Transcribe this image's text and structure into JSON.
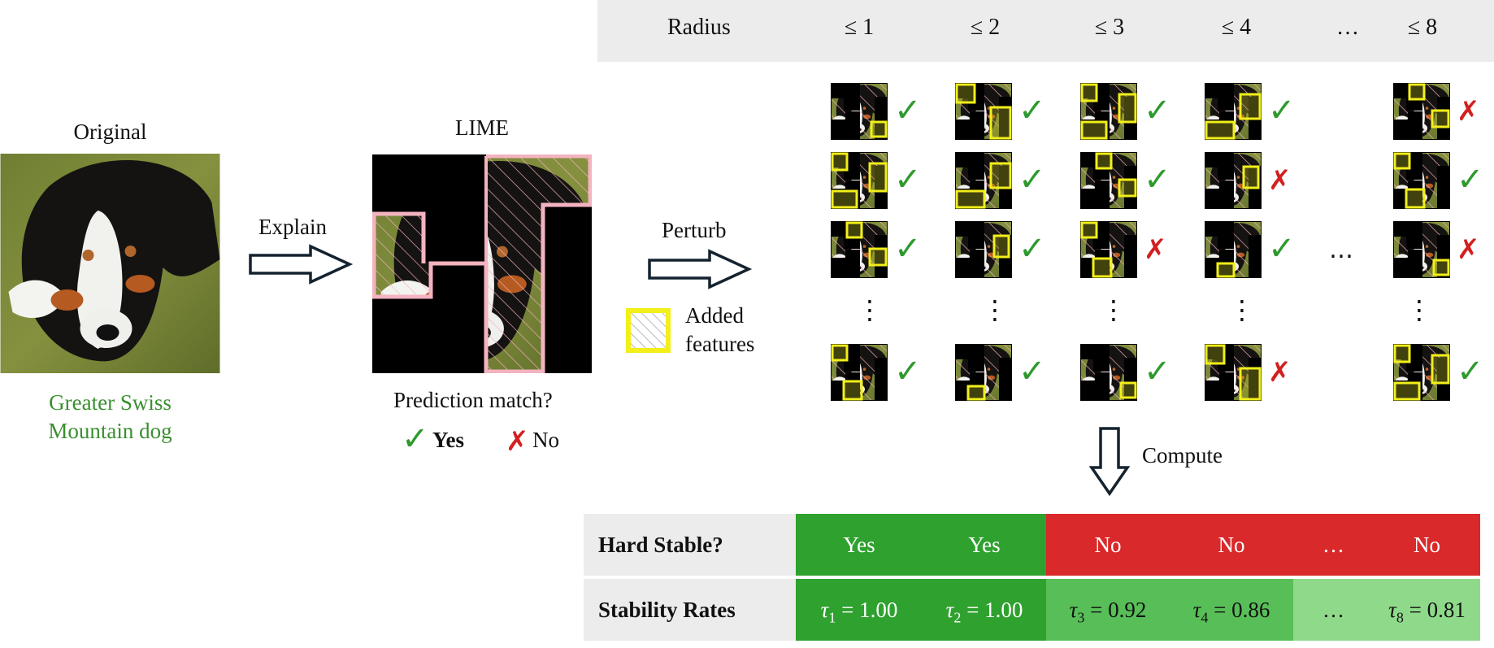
{
  "radius": {
    "label": "Radius",
    "columns": [
      "≤ 1",
      "≤ 2",
      "≤ 3",
      "≤ 4",
      "…",
      "≤ 8"
    ]
  },
  "original": {
    "title": "Original",
    "class_line1": "Greater Swiss",
    "class_line2": "Mountain dog"
  },
  "explain_label": "Explain",
  "lime": {
    "title": "LIME",
    "question": "Prediction match?",
    "yes": "Yes",
    "no": "No"
  },
  "perturb_label": "Perturb",
  "legend": {
    "line1": "Added",
    "line2": "features"
  },
  "compute_label": "Compute",
  "grid": {
    "columns": [
      {
        "radius": "≤ 1",
        "marks": [
          "check",
          "check",
          "check",
          "check"
        ]
      },
      {
        "radius": "≤ 2",
        "marks": [
          "check",
          "check",
          "check",
          "check"
        ]
      },
      {
        "radius": "≤ 3",
        "marks": [
          "check",
          "check",
          "cross",
          "check"
        ]
      },
      {
        "radius": "≤ 4",
        "marks": [
          "check",
          "cross",
          "check",
          "cross"
        ]
      },
      {
        "radius": "≤ 8",
        "marks": [
          "cross",
          "check",
          "cross",
          "check"
        ]
      }
    ],
    "vertical_dots": "⋮",
    "horizontal_dots": "…"
  },
  "table": {
    "hard_stable_label": "Hard Stable?",
    "stability_label": "Stability Rates",
    "hard_stable": [
      "Yes",
      "Yes",
      "No",
      "No",
      "…",
      "No"
    ],
    "rates": [
      {
        "sym": "τ",
        "sub": "1",
        "val": " = 1.00"
      },
      {
        "sym": "τ",
        "sub": "2",
        "val": " = 1.00"
      },
      {
        "sym": "τ",
        "sub": "3",
        "val": " = 0.92"
      },
      {
        "sym": "τ",
        "sub": "4",
        "val": " = 0.86"
      },
      {
        "sym": "",
        "sub": "",
        "val": "…"
      },
      {
        "sym": "τ",
        "sub": "8",
        "val": " = 0.81"
      }
    ]
  },
  "colors": {
    "yes_green": "#2fa12f",
    "no_red": "#d9292a",
    "rate_green_1": "#2fa12f",
    "rate_green_2": "#58bf58",
    "rate_green_3": "#8fd98b",
    "check_green": "#2e9a2e",
    "cross_red": "#d32020",
    "added_yellow": "#f2ef1a",
    "lime_border": "#f3b3c0"
  }
}
